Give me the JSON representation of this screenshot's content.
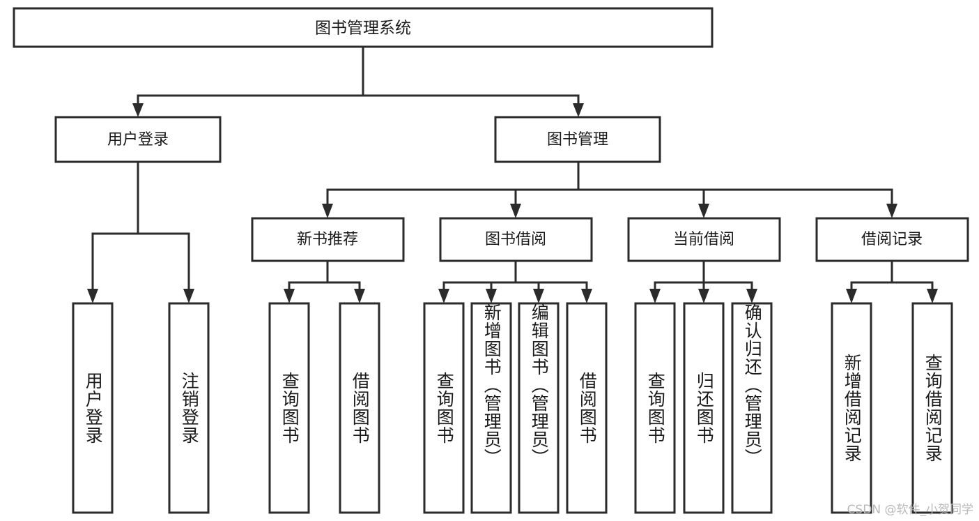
{
  "diagram": {
    "type": "tree-hierarchy",
    "title": "图书管理系统",
    "watermark": "CSDN @软件_小贺同学",
    "colors": {
      "stroke": "#2b2b2b",
      "fill": "#ffffff",
      "text": "#1a1a1a",
      "watermark": "#b9b9b9",
      "background": "#ffffff"
    },
    "levels": {
      "root": {
        "label": "图书管理系统"
      },
      "level2": [
        {
          "label": "用户登录"
        },
        {
          "label": "图书管理"
        }
      ],
      "level3": [
        {
          "label": "新书推荐"
        },
        {
          "label": "图书借阅"
        },
        {
          "label": "当前借阅"
        },
        {
          "label": "借阅记录"
        }
      ],
      "leaves": {
        "user_login": [
          {
            "label": "用户登录"
          },
          {
            "label": "注销登录"
          }
        ],
        "new_book_recommend": [
          {
            "label": "查询图书"
          },
          {
            "label": "借阅图书"
          }
        ],
        "book_borrow": [
          {
            "label": "查询图书"
          },
          {
            "label": "新增图书（管理员）"
          },
          {
            "label": "编辑图书（管理员）"
          },
          {
            "label": "借阅图书"
          }
        ],
        "current_borrow": [
          {
            "label": "查询图书"
          },
          {
            "label": "归还图书"
          },
          {
            "label": "确认归还（管理员）"
          }
        ],
        "borrow_record": [
          {
            "label": "新增借阅记录"
          },
          {
            "label": "查询借阅记录"
          }
        ]
      }
    }
  }
}
